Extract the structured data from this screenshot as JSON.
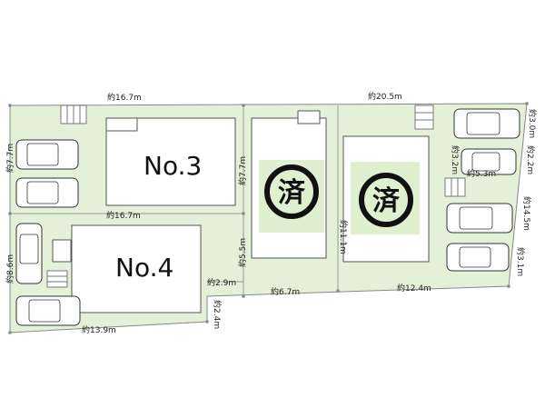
{
  "lots": {
    "no3": "No.3",
    "no4": "No.4",
    "sold_a": "済",
    "sold_b": "済"
  },
  "dimensions": {
    "top_left": "約16.7m",
    "top_right": "約20.5m",
    "left_upper": "約7.7m",
    "middle_horizontal": "約16.7m",
    "lot3_right": "約7.7m",
    "left_lower": "約8.6m",
    "middle_vertical": "約5.5m",
    "bottom_step": "約2.9m",
    "bottom_left": "約13.9m",
    "step_vertical": "約2.4m",
    "bottom_mid": "約6.7m",
    "bottom_right": "約12.4m",
    "right_lot_inner": "約11.1m",
    "right_inner_v": "約3.2m",
    "right_inner_h": "約5.3m",
    "right_top": "約3.0m",
    "right_upper": "約2.2m",
    "right_mid": "約14.5m",
    "right_lower": "約3.1m"
  }
}
